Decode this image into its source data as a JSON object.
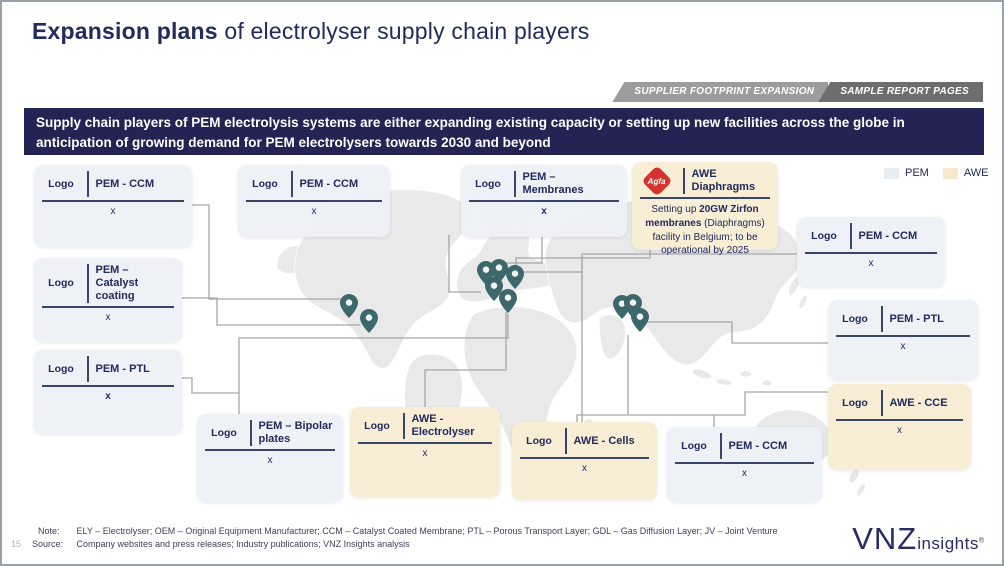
{
  "title": {
    "bold": "Expansion plans",
    "rest": " of electrolyser supply chain players"
  },
  "tabs": [
    {
      "label": "SUPPLIER FOOTPRINT EXPANSION"
    },
    {
      "label": "SAMPLE REPORT PAGES"
    }
  ],
  "banner": {
    "text": "Supply chain players of PEM electrolysis systems are either expanding existing capacity or setting up new facilities across the globe in anticipation of growing demand for PEM electrolysers towards 2030 and beyond"
  },
  "legend": [
    {
      "label": "PEM",
      "color": "#e8edf3"
    },
    {
      "label": "AWE",
      "color": "#f6e8ca"
    }
  ],
  "colors": {
    "banner_bg": "#232453",
    "navy_text": "#232a5c",
    "pem_card_bg": "#edf1f5",
    "awe_card_bg": "#f8edd3",
    "pin": "#3c686c",
    "connector": "#a6a6a6",
    "land": "#e9e9e9"
  },
  "cards": [
    {
      "id": "ccm-top-left",
      "logo": "Logo",
      "title": "PEM - CCM",
      "body": "x",
      "type": "PEM",
      "body_bold": false
    },
    {
      "id": "catalyst-coating",
      "logo": "Logo",
      "title": "PEM – Catalyst coating",
      "body": "x",
      "type": "PEM",
      "body_bold": false
    },
    {
      "id": "ptl-left",
      "logo": "Logo",
      "title": "PEM - PTL",
      "body": "x",
      "type": "PEM",
      "body_bold": true
    },
    {
      "id": "ccm-top-mid",
      "logo": "Logo",
      "title": "PEM - CCM",
      "body": "x",
      "type": "PEM",
      "body_bold": false
    },
    {
      "id": "membranes",
      "logo": "Logo",
      "title": "PEM – Membranes",
      "body": "x",
      "type": "PEM",
      "body_bold": true
    },
    {
      "id": "ccm-right",
      "logo": "Logo",
      "title": "PEM  - CCM",
      "body": "x",
      "type": "PEM",
      "body_bold": false
    },
    {
      "id": "ptl-right",
      "logo": "Logo",
      "title": "PEM - PTL",
      "body": "x",
      "type": "PEM",
      "body_bold": false
    },
    {
      "id": "awe-cce",
      "logo": "Logo",
      "title": "AWE - CCE",
      "body": "x",
      "type": "AWE",
      "body_bold": false
    },
    {
      "id": "bipolar-plates",
      "logo": "Logo",
      "title": "PEM – Bipolar plates",
      "body": "x",
      "type": "PEM",
      "body_bold": false
    },
    {
      "id": "awe-electrolyser",
      "logo": "Logo",
      "title": "AWE - Electrolyser",
      "body": "x",
      "type": "AWE",
      "body_bold": false
    },
    {
      "id": "awe-cells",
      "logo": "Logo",
      "title": "AWE - Cells",
      "body": "x",
      "type": "AWE",
      "body_bold": false
    },
    {
      "id": "ccm-bottom",
      "logo": "Logo",
      "title": "PEM - CCM",
      "body": "x",
      "type": "PEM",
      "body_bold": false
    }
  ],
  "agfa_card": {
    "logo": "Agfa",
    "title": "AWE Diaphragms",
    "type": "AWE",
    "body_parts": [
      {
        "text": "Setting up ",
        "bold": false
      },
      {
        "text": "20GW Zirfon membranes",
        "bold": true
      },
      {
        "text": " (Diaphragms) facility in Belgium; to be operational by 2025",
        "bold": false
      }
    ]
  },
  "footer": {
    "page": "15",
    "note_label": "Note:",
    "note": "ELY – Electrolyser; OEM – Original Equipment Manufacturer; CCM – Catalyst Coated Membrane; PTL – Porous Transport Layer; GDL – Gas Diffusion Layer; JV – Joint Venture",
    "source_label": "Source:",
    "source": "Company websites and press releases; Industry publications; VNZ Insights analysis"
  },
  "brand": {
    "name": "VNZ",
    "suffix": "insights",
    "mark": "®"
  }
}
